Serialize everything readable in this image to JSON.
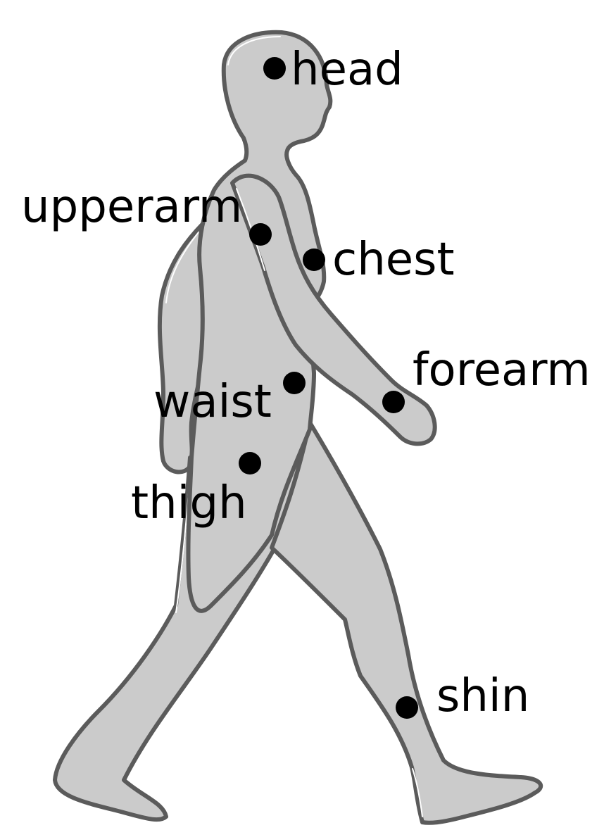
{
  "labels": {
    "head": "head",
    "upperarm": "upperarm",
    "chest": "chest",
    "forearm": "forearm",
    "waist": "waist",
    "thigh": "thigh",
    "shin": "shin"
  },
  "colors": {
    "body_fill": "#cbcbcb",
    "body_outline": "#5b5b5b",
    "marker": "#000000",
    "text": "#000000",
    "background": "#ffffff"
  }
}
